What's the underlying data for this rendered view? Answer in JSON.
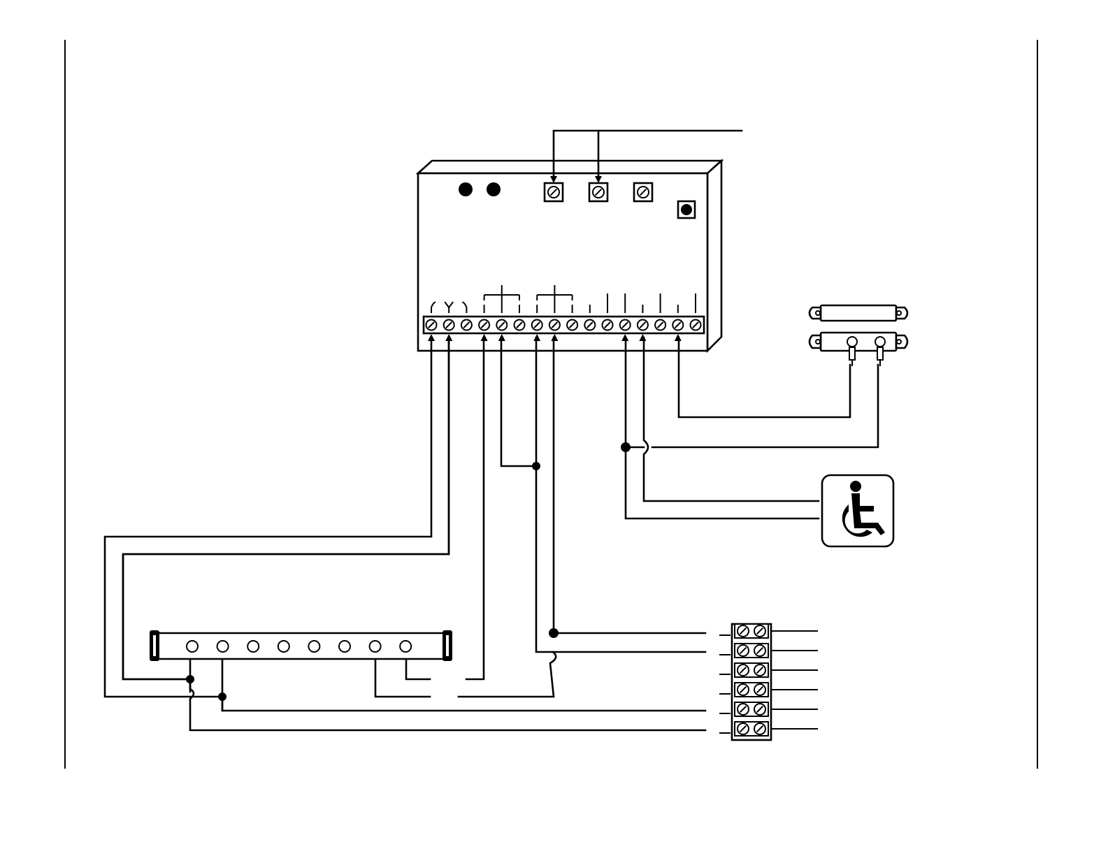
{
  "diagram": {
    "type": "wiring-diagram",
    "components": [
      {
        "name": "control-module",
        "icon": "control-box"
      },
      {
        "name": "door-contact-switch",
        "icon": "reed-switch-icon"
      },
      {
        "name": "handicap-push-plate",
        "icon": "wheelchair-icon"
      },
      {
        "name": "sensor-bar",
        "icon": "sensor-bar-icon",
        "indicator_count": 8
      },
      {
        "name": "terminal-block",
        "icon": "terminal-strip-icon",
        "terminal_rows": 6
      }
    ],
    "control_module": {
      "terminal_count": 16,
      "trimmer_count": 3,
      "led_count": 2,
      "button_count": 1
    },
    "colors": {
      "line": "#000000",
      "background": "#ffffff"
    }
  }
}
